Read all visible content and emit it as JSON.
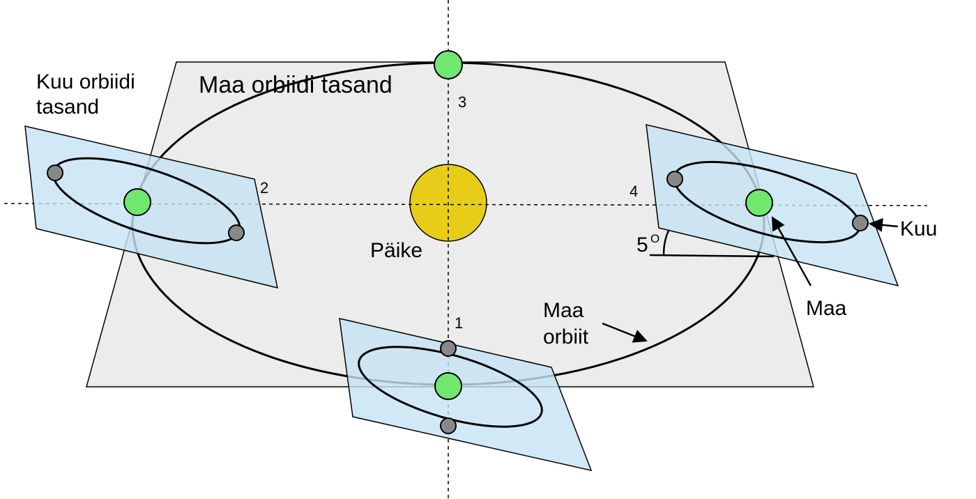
{
  "labels": {
    "earth_orbit_plane": "Maa orbiidi tasand",
    "moon_orbit_plane_line1": "Kuu orbiidi",
    "moon_orbit_plane_line2": "tasand",
    "sun": "Päike",
    "earth_orbit_line1": "Maa",
    "earth_orbit_line2": "orbiit",
    "earth": "Maa",
    "moon": "Kuu",
    "angle_value": "5",
    "angle_unit": "O",
    "position_1": "1",
    "position_2": "2",
    "position_3": "3",
    "position_4": "4"
  },
  "colors": {
    "earth_plane_fill": "#ececec",
    "moon_plane_fill": "#c6e4f4",
    "sun_fill": "#e8cd18",
    "earth_fill": "#70e870",
    "moon_fill": "#888888",
    "line": "#000000"
  }
}
